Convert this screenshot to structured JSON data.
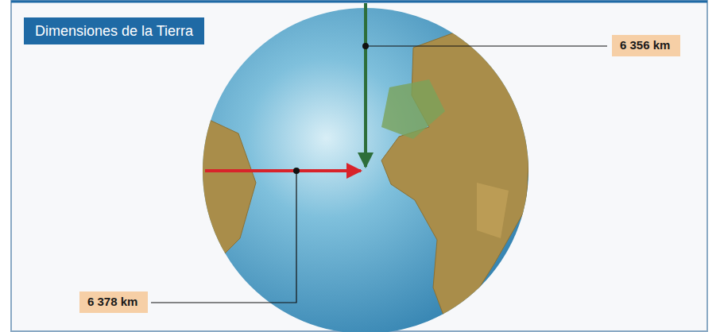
{
  "diagram": {
    "title": "Dimensiones de la Tierra",
    "nodes": [
      {
        "text": [
          "6 356 km"
        ]
      },
      {
        "text": [
          "6 378 km"
        ]
      }
    ]
  }
}
